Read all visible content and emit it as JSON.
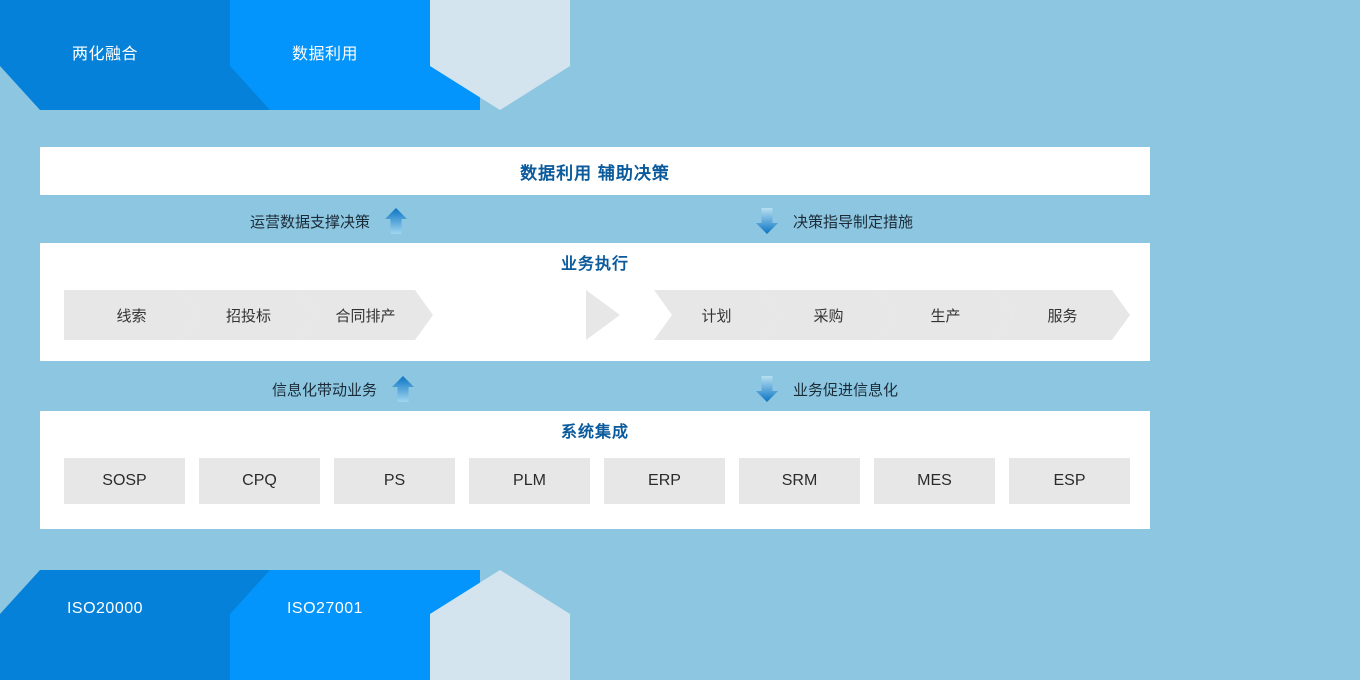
{
  "theme": {
    "background": "#8cc6e0",
    "panel_bg": "#ffffff",
    "heading_color": "#0a5a9c",
    "step_bg": "#e7e7e7",
    "banner_dark": "#0581d9",
    "banner_mid": "#0495fc",
    "banner_light": "#d3e4ef"
  },
  "banner_top": {
    "segments": [
      {
        "label": "两化融合",
        "color": "#0581d9"
      },
      {
        "label": "数据利用",
        "color": "#0495fc"
      },
      {
        "label": "",
        "color": "#d3e4ef"
      }
    ]
  },
  "banner_bottom": {
    "segments": [
      {
        "label": "ISO20000",
        "color": "#0581d9"
      },
      {
        "label": "ISO27001",
        "color": "#0495fc"
      },
      {
        "label": "",
        "color": "#d3e4ef"
      }
    ]
  },
  "title_panel": {
    "heading": "数据利用 辅助决策"
  },
  "relations_upper": {
    "left": {
      "label": "运营数据支撑决策",
      "icon": "arrow-up-icon",
      "direction": "up"
    },
    "right": {
      "label": "决策指导制定措施",
      "icon": "arrow-down-icon",
      "direction": "down"
    }
  },
  "relations_lower": {
    "left": {
      "label": "信息化带动业务",
      "icon": "arrow-up-icon",
      "direction": "up"
    },
    "right": {
      "label": "业务促进信息化",
      "icon": "arrow-down-icon",
      "direction": "down"
    }
  },
  "business_panel": {
    "heading": "业务执行",
    "steps_left": [
      {
        "label": "线索"
      },
      {
        "label": "招投标"
      },
      {
        "label": "合同排产"
      }
    ],
    "steps_right": [
      {
        "label": "计划"
      },
      {
        "label": "采购"
      },
      {
        "label": "生产"
      },
      {
        "label": "服务"
      }
    ]
  },
  "systems_panel": {
    "heading": "系统集成",
    "systems": [
      {
        "label": "SOSP"
      },
      {
        "label": "CPQ"
      },
      {
        "label": "PS"
      },
      {
        "label": "PLM"
      },
      {
        "label": "ERP"
      },
      {
        "label": "SRM"
      },
      {
        "label": "MES"
      },
      {
        "label": "ESP"
      }
    ]
  }
}
